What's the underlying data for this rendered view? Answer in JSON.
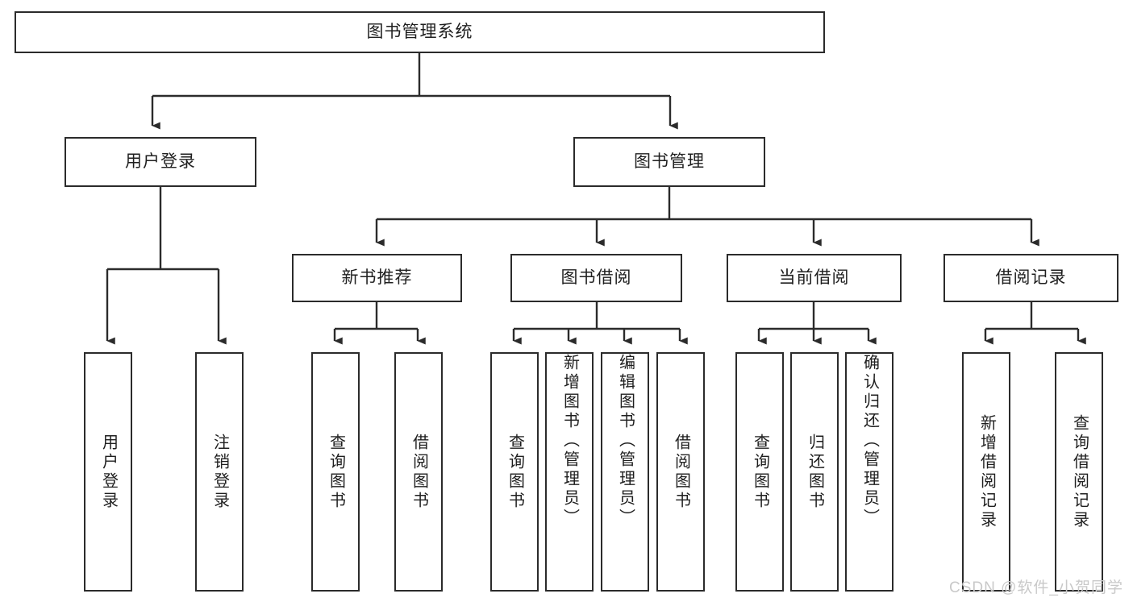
{
  "diagram": {
    "title": "图书管理系统",
    "type": "tree",
    "stroke_color": "#2b2b2b",
    "fill_color": "#ffffff",
    "text_color": "#1f1f1f",
    "watermark": "CSDN @软件_小贺同学"
  },
  "nodes": {
    "root": {
      "label": "图书管理系统"
    },
    "level2": [
      {
        "label": "用户登录"
      },
      {
        "label": "图书管理"
      }
    ],
    "level3": [
      {
        "label": "新书推荐"
      },
      {
        "label": "图书借阅"
      },
      {
        "label": "当前借阅"
      },
      {
        "label": "借阅记录"
      }
    ],
    "leaves": {
      "user_login": [
        {
          "label": "用户登录"
        },
        {
          "label": "注销登录"
        }
      ],
      "new_book_recommend": [
        {
          "label": "查询图书"
        },
        {
          "label": "借阅图书"
        }
      ],
      "book_borrow": [
        {
          "label": "查询图书"
        },
        {
          "label": "新增图书（管理员）"
        },
        {
          "label": "编辑图书（管理员）"
        },
        {
          "label": "借阅图书"
        }
      ],
      "current_borrow": [
        {
          "label": "查询图书"
        },
        {
          "label": "归还图书"
        },
        {
          "label": "确认归还（管理员）"
        }
      ],
      "borrow_record": [
        {
          "label": "新增借阅记录"
        },
        {
          "label": "查询借阅记录"
        }
      ]
    }
  },
  "chart_data": {
    "type": "table",
    "title": "图书管理系统 功能结构图",
    "tree": {
      "name": "图书管理系统",
      "children": [
        {
          "name": "用户登录",
          "children": [
            {
              "name": "用户登录"
            },
            {
              "name": "注销登录"
            }
          ]
        },
        {
          "name": "图书管理",
          "children": [
            {
              "name": "新书推荐",
              "children": [
                {
                  "name": "查询图书"
                },
                {
                  "name": "借阅图书"
                }
              ]
            },
            {
              "name": "图书借阅",
              "children": [
                {
                  "name": "查询图书"
                },
                {
                  "name": "新增图书（管理员）"
                },
                {
                  "name": "编辑图书（管理员）"
                },
                {
                  "name": "借阅图书"
                }
              ]
            },
            {
              "name": "当前借阅",
              "children": [
                {
                  "name": "查询图书"
                },
                {
                  "name": "归还图书"
                },
                {
                  "name": "确认归还（管理员）"
                }
              ]
            },
            {
              "name": "借阅记录",
              "children": [
                {
                  "name": "新增借阅记录"
                },
                {
                  "name": "查询借阅记录"
                }
              ]
            }
          ]
        }
      ]
    }
  }
}
